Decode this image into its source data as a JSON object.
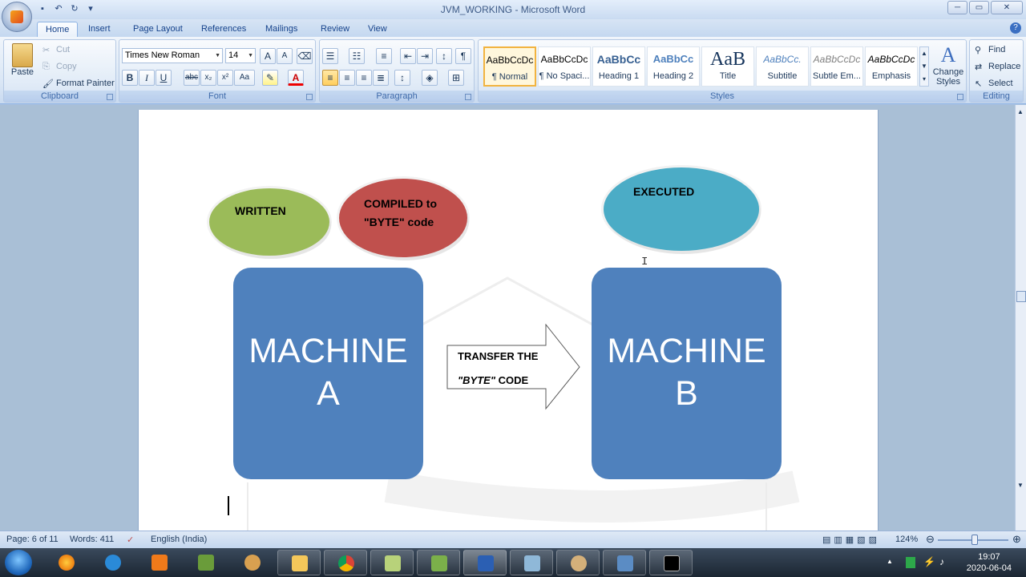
{
  "window": {
    "title": "JVM_WORKING - Microsoft Word"
  },
  "tabs": [
    "Home",
    "Insert",
    "Page Layout",
    "References",
    "Mailings",
    "Review",
    "View"
  ],
  "ribbon": {
    "clipboard": {
      "label": "Clipboard",
      "paste": "Paste",
      "cut": "Cut",
      "copy": "Copy",
      "format_painter": "Format Painter"
    },
    "font": {
      "label": "Font",
      "font_name": "Times New Roman",
      "font_size": "14"
    },
    "paragraph": {
      "label": "Paragraph"
    },
    "styles": {
      "label": "Styles",
      "items": [
        {
          "preview": "AaBbCcDc",
          "name": "¶ Normal"
        },
        {
          "preview": "AaBbCcDc",
          "name": "¶ No Spaci..."
        },
        {
          "preview": "AaBbCc",
          "name": "Heading 1"
        },
        {
          "preview": "AaBbCc",
          "name": "Heading 2"
        },
        {
          "preview": "AaB",
          "name": "Title"
        },
        {
          "preview": "AaBbCc.",
          "name": "Subtitle"
        },
        {
          "preview": "AaBbCcDc",
          "name": "Subtle Em..."
        },
        {
          "preview": "AaBbCcDc",
          "name": "Emphasis"
        }
      ],
      "change_styles": "Change Styles"
    },
    "editing": {
      "label": "Editing",
      "find": "Find",
      "replace": "Replace",
      "select": "Select"
    }
  },
  "diagram": {
    "written": "WRITTEN",
    "compiled_line1": "COMPILED to",
    "compiled_line2": "\"BYTE\" code",
    "executed": "EXECUTED",
    "machine_a_line1": "MACHINE",
    "machine_a_line2": "A",
    "machine_b_line1": "MACHINE",
    "machine_b_line2": "B",
    "transfer_line1": "TRANSFER THE",
    "transfer_byte": "\"BYTE\"",
    "transfer_code": " CODE",
    "colors": {
      "written": "#9bbb59",
      "compiled": "#c0504d",
      "executed": "#4bacc6",
      "machine": "#4f81bd"
    }
  },
  "statusbar": {
    "page": "Page: 6 of 11",
    "words": "Words: 411",
    "language": "English (India)",
    "zoom": "124%"
  },
  "taskbar": {
    "time": "19:07",
    "date": "2020-06-04"
  }
}
